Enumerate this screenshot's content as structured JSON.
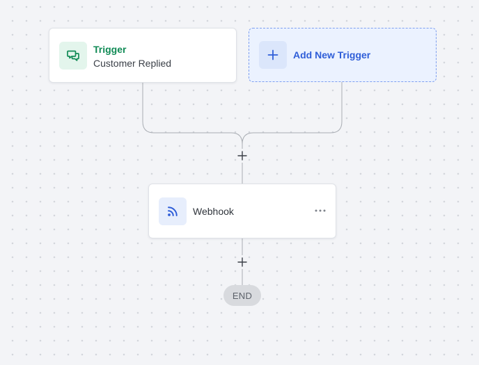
{
  "trigger": {
    "title": "Trigger",
    "subtitle": "Customer Replied",
    "icon": "chat-bubbles-icon"
  },
  "add_trigger": {
    "label": "Add New Trigger",
    "icon": "plus-icon"
  },
  "steps": [
    {
      "label": "Webhook",
      "icon": "rss-feed-icon"
    }
  ],
  "end": {
    "label": "END"
  },
  "colors": {
    "trigger_accent": "#108a55",
    "trigger_icon_bg": "#e3f5ec",
    "add_trigger_accent": "#2f5ed8",
    "add_trigger_bg": "#ebf2ff",
    "add_trigger_border": "#7d9ef0",
    "webhook_icon": "#2f5ed8",
    "connector": "#a9adb3",
    "end_pill_bg": "#d8dade"
  }
}
